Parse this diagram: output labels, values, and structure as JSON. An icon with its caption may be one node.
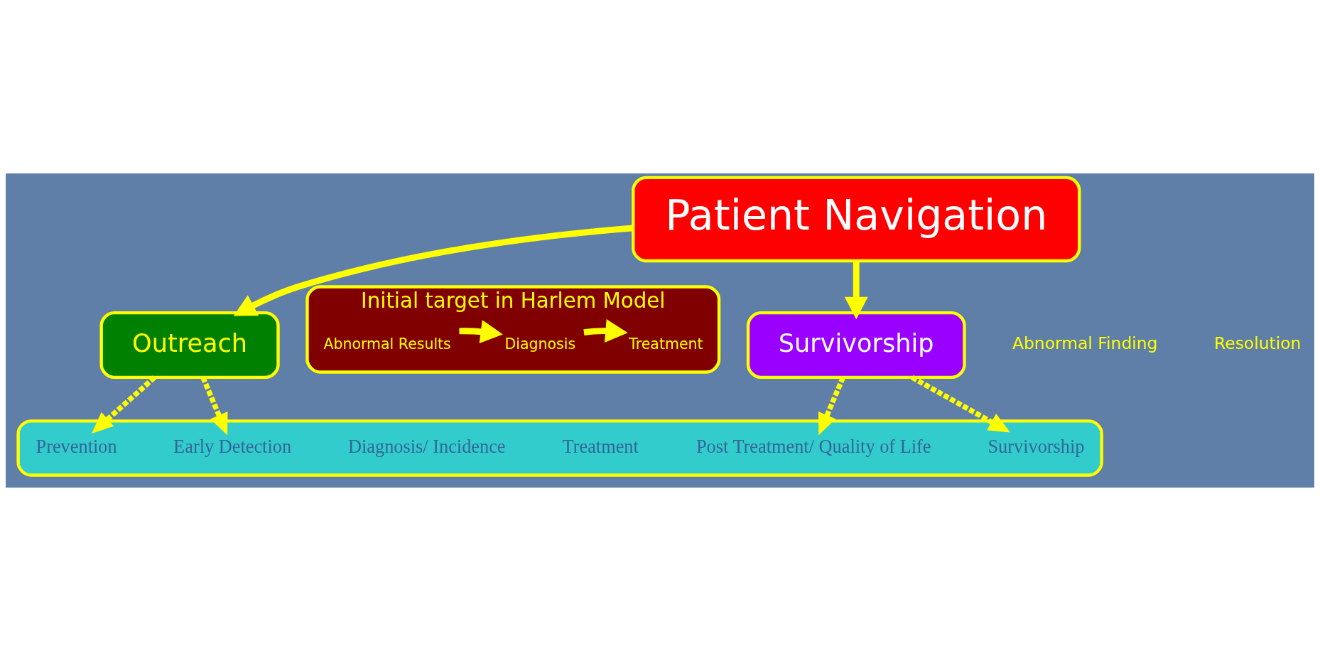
{
  "diagram": {
    "nodes": [
      {
        "text": [
          "Patient Navigation"
        ]
      },
      {
        "text": [
          "Outreach"
        ]
      },
      {
        "text": [
          "Initial target in Harlem Model"
        ]
      },
      {
        "text": [
          "Abnormal Results"
        ],
        "in": 2
      },
      {
        "text": [
          "Diagnosis"
        ],
        "in": 2
      },
      {
        "text": [
          "Treatment"
        ],
        "in": 2
      },
      {
        "text": [
          "Survivorship"
        ]
      },
      {
        "text": [],
        "shape": "box"
      },
      {
        "text": [
          "Prevention"
        ],
        "in": 7
      },
      {
        "text": [
          "Early Detection"
        ],
        "in": 7
      },
      {
        "text": [
          "Diagnosis/ Incidence"
        ],
        "in": 7
      },
      {
        "text": [
          "Treatment"
        ],
        "in": 7
      },
      {
        "text": [
          "Post Treatment/ Quality of Life"
        ],
        "in": 7
      },
      {
        "text": [
          "Survivorship"
        ],
        "in": 7
      }
    ],
    "edges": [
      {
        "from": 0,
        "to": 1,
        "arrow": "to"
      },
      {
        "from": 0,
        "to": 6,
        "arrow": "to"
      },
      {
        "from": 3,
        "to": 4,
        "arrow": "to"
      },
      {
        "from": 4,
        "to": 5,
        "arrow": "to"
      },
      {
        "from": 1,
        "to": 8,
        "arrow": "to",
        "style": "dashed"
      },
      {
        "from": 1,
        "to": 9,
        "arrow": "to",
        "style": "dashed"
      },
      {
        "from": 6,
        "to": 12,
        "arrow": "to",
        "style": "dashed"
      },
      {
        "from": 6,
        "to": 13,
        "arrow": "to",
        "style": "dashed"
      }
    ],
    "labels": [
      "Abnormal Finding",
      "Resolution"
    ]
  }
}
